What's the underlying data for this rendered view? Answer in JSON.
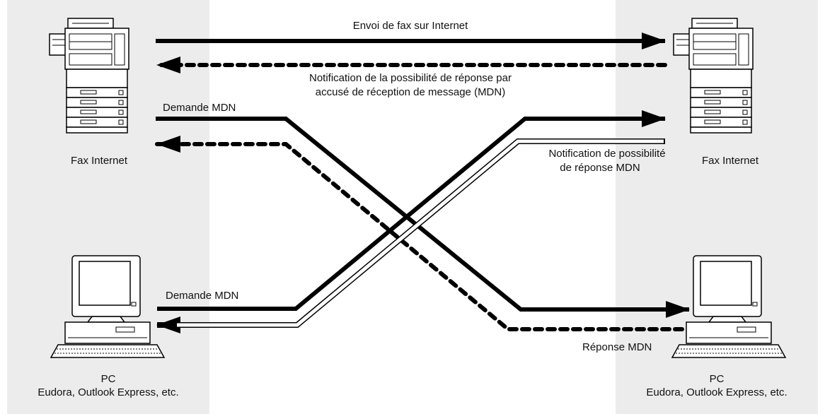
{
  "left": {
    "fax_label": "Fax Internet",
    "pc_label": "PC",
    "pc_software": "Eudora, Outlook Express, etc."
  },
  "right": {
    "fax_label": "Fax Internet",
    "pc_label": "PC",
    "pc_software": "Eudora, Outlook Express, etc."
  },
  "arrows": {
    "send_fax": "Envoi de fax sur Internet",
    "mdn_capability_line1": "Notification de la possibilité de réponse par",
    "mdn_capability_line2": "accusé de réception de message (MDN)",
    "mdn_request_fax": "Demande MDN",
    "mdn_reply_capability_line1": "Notification de possibilité",
    "mdn_reply_capability_line2": "de réponse MDN",
    "mdn_request_pc": "Demande MDN",
    "mdn_response": "Réponse MDN"
  }
}
